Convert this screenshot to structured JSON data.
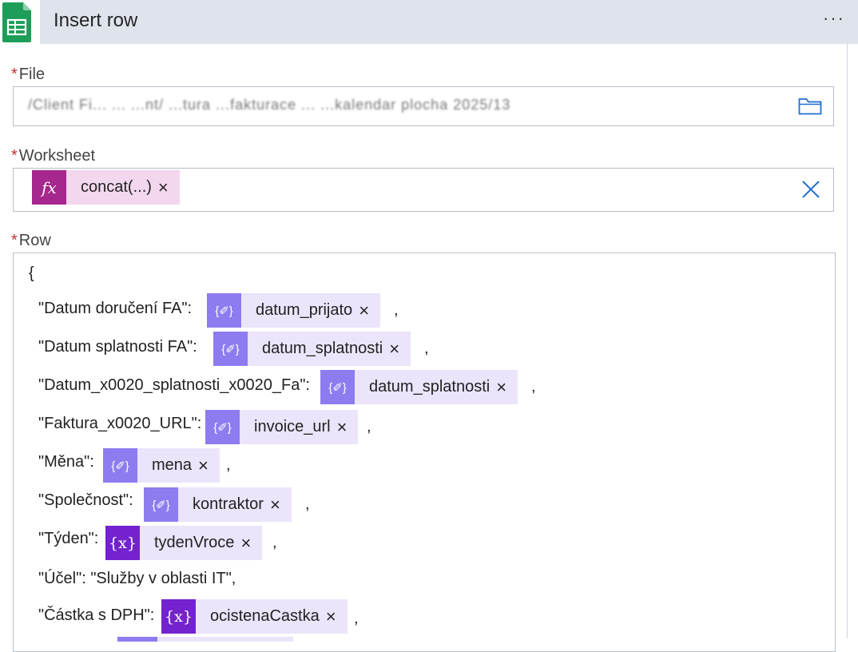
{
  "header": {
    "title": "Insert row",
    "app_icon": "google-sheets-icon",
    "more_label": "···"
  },
  "file": {
    "label": "File",
    "required_mark": "*",
    "value": "/Client Fi... ... ...nt/ ...tura ...fakturace ...  ...kalendar plocha 2025/13"
  },
  "worksheet": {
    "label": "Worksheet",
    "required_mark": "*",
    "token": {
      "icon_label": "fx",
      "label": "concat(...)",
      "remove": "×"
    }
  },
  "row": {
    "label": "Row",
    "required_mark": "*",
    "open_brace": "{",
    "lines": [
      {
        "key": "\"Datum doručení FA\":",
        "token": {
          "type": "dynamic",
          "icon_label": "{✐}",
          "label": "datum_prijato",
          "remove": "×"
        },
        "comma": ","
      },
      {
        "key": "\"Datum splatnosti FA\":",
        "token": {
          "type": "dynamic",
          "icon_label": "{✐}",
          "label": "datum_splatnosti",
          "remove": "×"
        },
        "comma": ","
      },
      {
        "key": "\"Datum_x0020_splatnosti_x0020_Fa\":",
        "token": {
          "type": "dynamic",
          "icon_label": "{✐}",
          "label": "datum_splatnosti",
          "remove": "×"
        },
        "comma": ","
      },
      {
        "key": "\"Faktura_x0020_URL\":",
        "token": {
          "type": "dynamic",
          "icon_label": "{✐}",
          "label": "invoice_url",
          "remove": "×"
        },
        "comma": ","
      },
      {
        "key": "\"Měna\":",
        "token": {
          "type": "dynamic",
          "icon_label": "{✐}",
          "label": "mena",
          "remove": "×"
        },
        "comma": ","
      },
      {
        "key": "\"Společnost\":",
        "token": {
          "type": "dynamic",
          "icon_label": "{✐}",
          "label": "kontraktor",
          "remove": "×"
        },
        "comma": ","
      },
      {
        "key": "\"Týden\":",
        "token": {
          "type": "variable",
          "icon_label": "{x}",
          "label": "tydenVroce",
          "remove": "×"
        },
        "comma": ","
      },
      {
        "key": "\"Účel\": \"Služby v oblasti IT\",",
        "token": null,
        "comma": ""
      },
      {
        "key": "\"Částka s DPH\":",
        "token": {
          "type": "variable",
          "icon_label": "{x}",
          "label": "ocistenaCastka",
          "remove": "×"
        },
        "comma": ","
      }
    ]
  },
  "colors": {
    "header_bg": "#dfe4ec",
    "required": "#c5302e",
    "expression_icon": "#a6278e",
    "dynamic_icon": "#8d7cf0",
    "variable_icon": "#7422cf",
    "accent_blue": "#1f6fce"
  }
}
